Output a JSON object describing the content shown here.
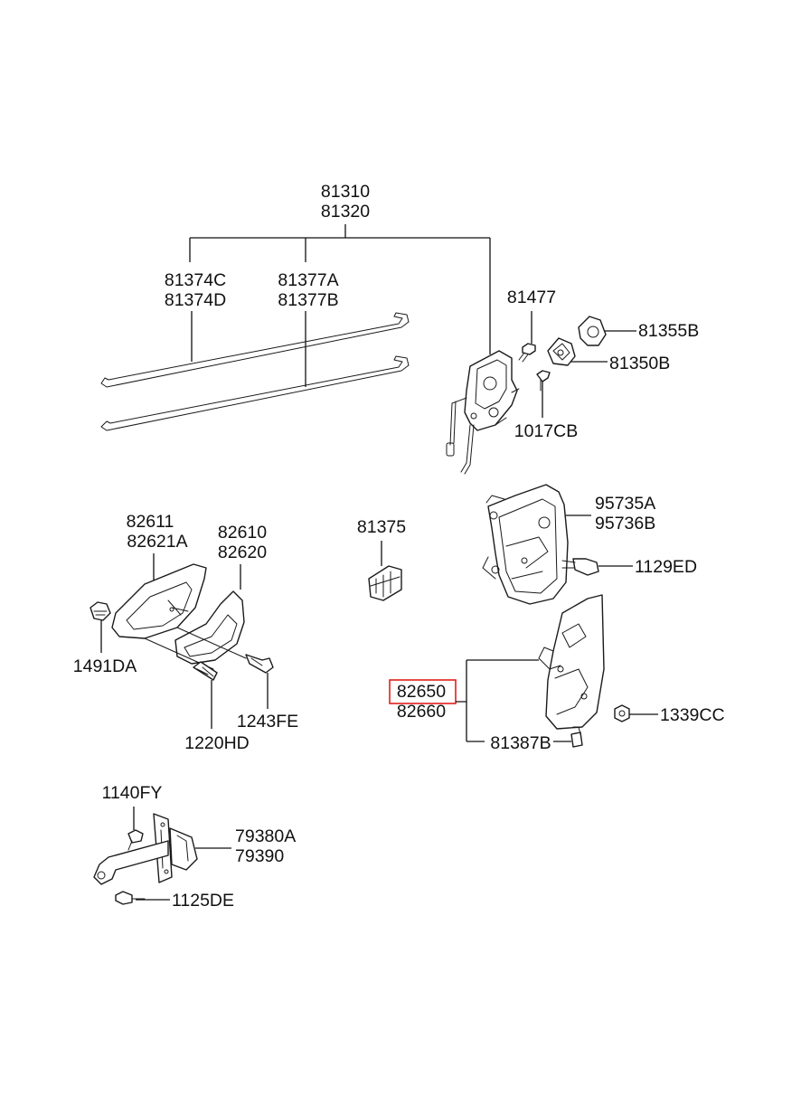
{
  "labels": {
    "p81310": "81310",
    "p81320": "81320",
    "p81374c": "81374C",
    "p81374d": "81374D",
    "p81377a": "81377A",
    "p81377b": "81377B",
    "p81477": "81477",
    "p81355b": "81355B",
    "p81350b": "81350B",
    "p1017cb": "1017CB",
    "p82611": "82611",
    "p82621a": "82621A",
    "p82610": "82610",
    "p82620": "82620",
    "p81375": "81375",
    "p95735a": "95735A",
    "p95736b": "95736B",
    "p1129ed": "1129ED",
    "p1491da": "1491DA",
    "p1220hd": "1220HD",
    "p1243fe": "1243FE",
    "p82650": "82650",
    "p82660": "82660",
    "p1339cc": "1339CC",
    "p81387b": "81387B",
    "p1140fy": "1140FY",
    "p79380a": "79380A",
    "p79390": "79390",
    "p1125de": "1125DE"
  },
  "highlight": {
    "label": "82650",
    "color": "#e0201c"
  }
}
